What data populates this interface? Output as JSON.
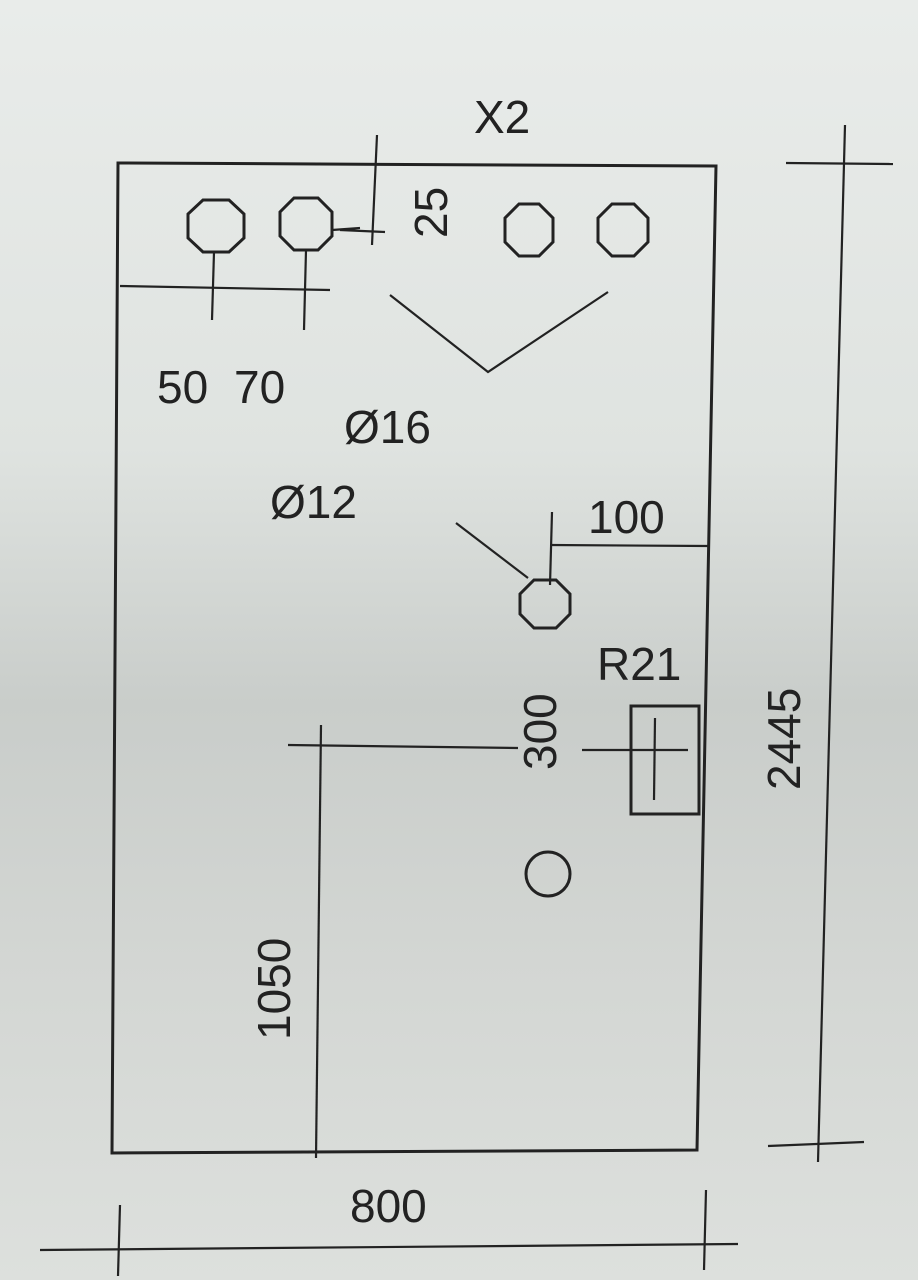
{
  "drawing": {
    "title": "X2",
    "labels": {
      "top_offset": "25",
      "hole_spacing_a": "50",
      "hole_spacing_b": "70",
      "diameter_large": "Ø16",
      "diameter_small": "Ø12",
      "edge_offset": "100",
      "radius": "R21",
      "vertical_gap": "300",
      "lower_height": "1050",
      "total_width": "800",
      "total_height": "2445"
    }
  }
}
